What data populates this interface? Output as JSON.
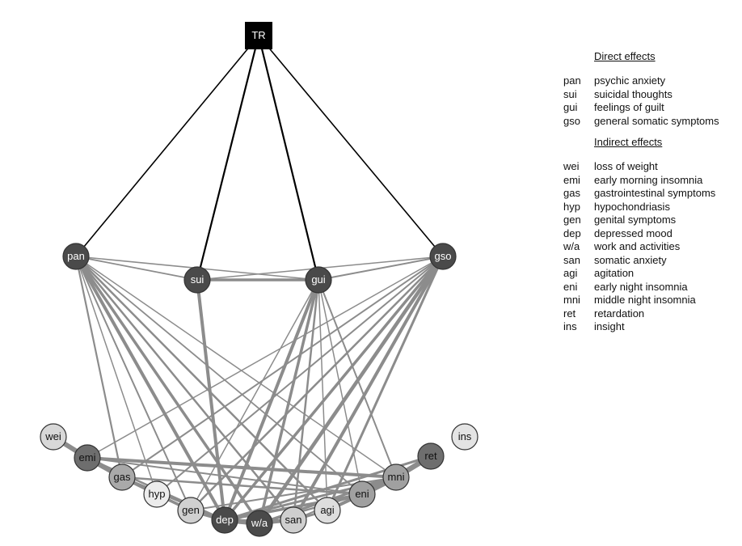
{
  "diagram": {
    "colors": {
      "background": "#ffffff",
      "treatment_fill": "#000000",
      "treatment_edge": "#000000",
      "symptom_edge": "#8c8c8c",
      "node_stroke": "#333333",
      "dark_text": "#ffffff",
      "light_text": "#111111"
    },
    "nodes": [
      {
        "id": "TR",
        "label": "TR",
        "shape": "square",
        "fill": "#000000",
        "text": "#ffffff"
      },
      {
        "id": "pan",
        "label": "pan",
        "fill": "#4a4a4a",
        "text": "#ffffff"
      },
      {
        "id": "sui",
        "label": "sui",
        "fill": "#4a4a4a",
        "text": "#ffffff"
      },
      {
        "id": "gui",
        "label": "gui",
        "fill": "#4a4a4a",
        "text": "#ffffff"
      },
      {
        "id": "gso",
        "label": "gso",
        "fill": "#4a4a4a",
        "text": "#ffffff"
      },
      {
        "id": "wei",
        "label": "wei",
        "fill": "#d8d8d8",
        "text": "#111111"
      },
      {
        "id": "emi",
        "label": "emi",
        "fill": "#6e6e6e",
        "text": "#111111"
      },
      {
        "id": "gas",
        "label": "gas",
        "fill": "#a9a9a9",
        "text": "#111111"
      },
      {
        "id": "hyp",
        "label": "hyp",
        "fill": "#ececec",
        "text": "#111111"
      },
      {
        "id": "gen",
        "label": "gen",
        "fill": "#d0d0d0",
        "text": "#111111"
      },
      {
        "id": "dep",
        "label": "dep",
        "fill": "#4a4a4a",
        "text": "#ffffff"
      },
      {
        "id": "wa",
        "label": "w/a",
        "fill": "#4a4a4a",
        "text": "#ffffff"
      },
      {
        "id": "san",
        "label": "san",
        "fill": "#cfcfcf",
        "text": "#111111"
      },
      {
        "id": "agi",
        "label": "agi",
        "fill": "#dedede",
        "text": "#111111"
      },
      {
        "id": "eni",
        "label": "eni",
        "fill": "#a0a0a0",
        "text": "#111111"
      },
      {
        "id": "mni",
        "label": "mni",
        "fill": "#a0a0a0",
        "text": "#111111"
      },
      {
        "id": "ret",
        "label": "ret",
        "fill": "#6e6e6e",
        "text": "#111111"
      },
      {
        "id": "ins",
        "label": "ins",
        "fill": "#e4e4e4",
        "text": "#111111"
      }
    ],
    "edges": [
      {
        "from": "TR",
        "to": "pan",
        "type": "treatment",
        "weight": 1.6
      },
      {
        "from": "TR",
        "to": "sui",
        "type": "treatment",
        "weight": 2.2
      },
      {
        "from": "TR",
        "to": "gui",
        "type": "treatment",
        "weight": 2.2
      },
      {
        "from": "TR",
        "to": "gso",
        "type": "treatment",
        "weight": 1.6
      },
      {
        "from": "pan",
        "to": "sui",
        "weight": 1.8
      },
      {
        "from": "pan",
        "to": "gui",
        "weight": 1.5
      },
      {
        "from": "sui",
        "to": "gui",
        "weight": 3.5
      },
      {
        "from": "sui",
        "to": "gso",
        "weight": 1.5
      },
      {
        "from": "gui",
        "to": "gso",
        "weight": 2.0
      },
      {
        "from": "pan",
        "to": "gas",
        "weight": 2.2
      },
      {
        "from": "pan",
        "to": "hyp",
        "weight": 1.5
      },
      {
        "from": "pan",
        "to": "gen",
        "weight": 2.0
      },
      {
        "from": "pan",
        "to": "dep",
        "weight": 4.0
      },
      {
        "from": "pan",
        "to": "wa",
        "weight": 3.5
      },
      {
        "from": "pan",
        "to": "san",
        "weight": 2.5
      },
      {
        "from": "pan",
        "to": "agi",
        "weight": 2.5
      },
      {
        "from": "pan",
        "to": "eni",
        "weight": 1.8
      },
      {
        "from": "pan",
        "to": "mni",
        "weight": 1.5
      },
      {
        "from": "sui",
        "to": "dep",
        "weight": 4.0
      },
      {
        "from": "gui",
        "to": "gen",
        "weight": 1.5
      },
      {
        "from": "gui",
        "to": "dep",
        "weight": 4.0
      },
      {
        "from": "gui",
        "to": "wa",
        "weight": 3.5
      },
      {
        "from": "gui",
        "to": "san",
        "weight": 2.5
      },
      {
        "from": "gui",
        "to": "agi",
        "weight": 1.5
      },
      {
        "from": "gui",
        "to": "eni",
        "weight": 1.5
      },
      {
        "from": "gui",
        "to": "mni",
        "weight": 2.0
      },
      {
        "from": "gso",
        "to": "emi",
        "weight": 1.5
      },
      {
        "from": "gso",
        "to": "gas",
        "weight": 2.0
      },
      {
        "from": "gso",
        "to": "hyp",
        "weight": 2.0
      },
      {
        "from": "gso",
        "to": "gen",
        "weight": 2.5
      },
      {
        "from": "gso",
        "to": "dep",
        "weight": 3.5
      },
      {
        "from": "gso",
        "to": "wa",
        "weight": 4.5
      },
      {
        "from": "gso",
        "to": "san",
        "weight": 4.0
      },
      {
        "from": "gso",
        "to": "agi",
        "weight": 3.0
      },
      {
        "from": "wei",
        "to": "emi",
        "weight": 6.0
      },
      {
        "from": "emi",
        "to": "gas",
        "weight": 6.0
      },
      {
        "from": "gas",
        "to": "hyp",
        "weight": 4.0
      },
      {
        "from": "hyp",
        "to": "gen",
        "weight": 3.5
      },
      {
        "from": "gen",
        "to": "dep",
        "weight": 4.5
      },
      {
        "from": "dep",
        "to": "wa",
        "weight": 6.0
      },
      {
        "from": "wa",
        "to": "san",
        "weight": 4.0
      },
      {
        "from": "san",
        "to": "agi",
        "weight": 3.0
      },
      {
        "from": "agi",
        "to": "eni",
        "weight": 4.0
      },
      {
        "from": "eni",
        "to": "mni",
        "weight": 7.0
      },
      {
        "from": "mni",
        "to": "ret",
        "weight": 6.5
      },
      {
        "from": "emi",
        "to": "mni",
        "weight": 4.0
      },
      {
        "from": "emi",
        "to": "dep",
        "weight": 2.5
      },
      {
        "from": "emi",
        "to": "eni",
        "weight": 2.0
      },
      {
        "from": "gas",
        "to": "dep",
        "weight": 3.0
      },
      {
        "from": "gas",
        "to": "eni",
        "weight": 2.5
      },
      {
        "from": "gen",
        "to": "mni",
        "weight": 2.0
      },
      {
        "from": "gen",
        "to": "wa",
        "weight": 2.0
      },
      {
        "from": "dep",
        "to": "mni",
        "weight": 3.0
      },
      {
        "from": "dep",
        "to": "eni",
        "weight": 3.5
      },
      {
        "from": "dep",
        "to": "ret",
        "weight": 3.0
      },
      {
        "from": "wa",
        "to": "eni",
        "weight": 2.5
      },
      {
        "from": "wa",
        "to": "mni",
        "weight": 3.0
      },
      {
        "from": "dep",
        "to": "san",
        "weight": 2.0
      },
      {
        "from": "san",
        "to": "mni",
        "weight": 2.0
      }
    ]
  },
  "legend": {
    "direct_heading": "Direct effects",
    "direct": [
      {
        "abbr": "pan",
        "desc": "psychic anxiety"
      },
      {
        "abbr": "sui",
        "desc": "suicidal thoughts"
      },
      {
        "abbr": "gui",
        "desc": "feelings of guilt"
      },
      {
        "abbr": "gso",
        "desc": "general somatic symptoms"
      }
    ],
    "indirect_heading": "Indirect effects",
    "indirect": [
      {
        "abbr": "wei",
        "desc": "loss of weight"
      },
      {
        "abbr": "emi",
        "desc": "early morning insomnia"
      },
      {
        "abbr": "gas",
        "desc": "gastrointestinal symptoms"
      },
      {
        "abbr": "hyp",
        "desc": "hypochondriasis"
      },
      {
        "abbr": "gen",
        "desc": "genital symptoms"
      },
      {
        "abbr": "dep",
        "desc": "depressed mood"
      },
      {
        "abbr": "w/a",
        "desc": "work and activities"
      },
      {
        "abbr": "san",
        "desc": "somatic anxiety"
      },
      {
        "abbr": "agi",
        "desc": "agitation"
      },
      {
        "abbr": "eni",
        "desc": "early night insomnia"
      },
      {
        "abbr": "mni",
        "desc": "middle night insomnia"
      },
      {
        "abbr": "ret",
        "desc": "retardation"
      },
      {
        "abbr": "ins",
        "desc": "insight"
      }
    ]
  }
}
